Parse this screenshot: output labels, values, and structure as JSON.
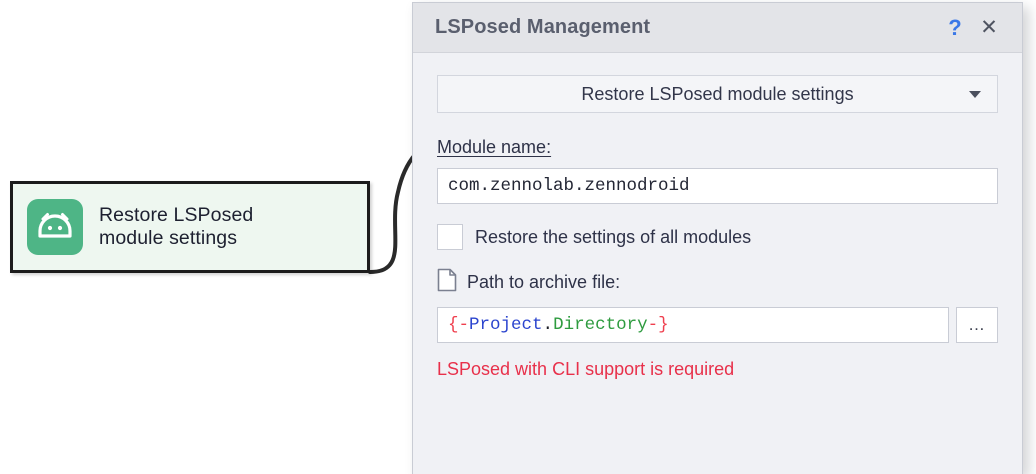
{
  "node": {
    "icon": "android-robot-icon",
    "label": "Restore LSPosed\nmodule settings",
    "icon_color": "#4eb586",
    "fill_color": "#eef7f0",
    "border_color": "#1c1c1c"
  },
  "dialog": {
    "title": "LSPosed Management",
    "help_label": "?",
    "close_label": "✕",
    "action_combo": {
      "value": "Restore LSPosed module settings",
      "arrow": "chevron-down-icon"
    },
    "module_name": {
      "label": "Module name:",
      "value": "com.zennolab.zennodroid"
    },
    "all_modules_checkbox": {
      "label": "Restore the settings of all modules",
      "checked": false
    },
    "path": {
      "icon": "file-icon",
      "label": "Path to archive file:",
      "value": "{-Project.Directory-}",
      "tokens": {
        "open_brace": "{",
        "open_dash": "-",
        "project": "Project",
        "dot": ".",
        "directory": "Directory",
        "close_dash": "-",
        "close_brace": "}"
      },
      "browse_label": "…"
    },
    "error_message": "LSPosed with CLI support is required",
    "colors": {
      "titlebar": "#e3e4e8",
      "body": "#f0f1f5",
      "help": "#3b78e7",
      "error": "#e8304a",
      "token_brace": "#ef3f4e",
      "token_project": "#2b44ce",
      "token_directory": "#2e9b3f"
    }
  }
}
